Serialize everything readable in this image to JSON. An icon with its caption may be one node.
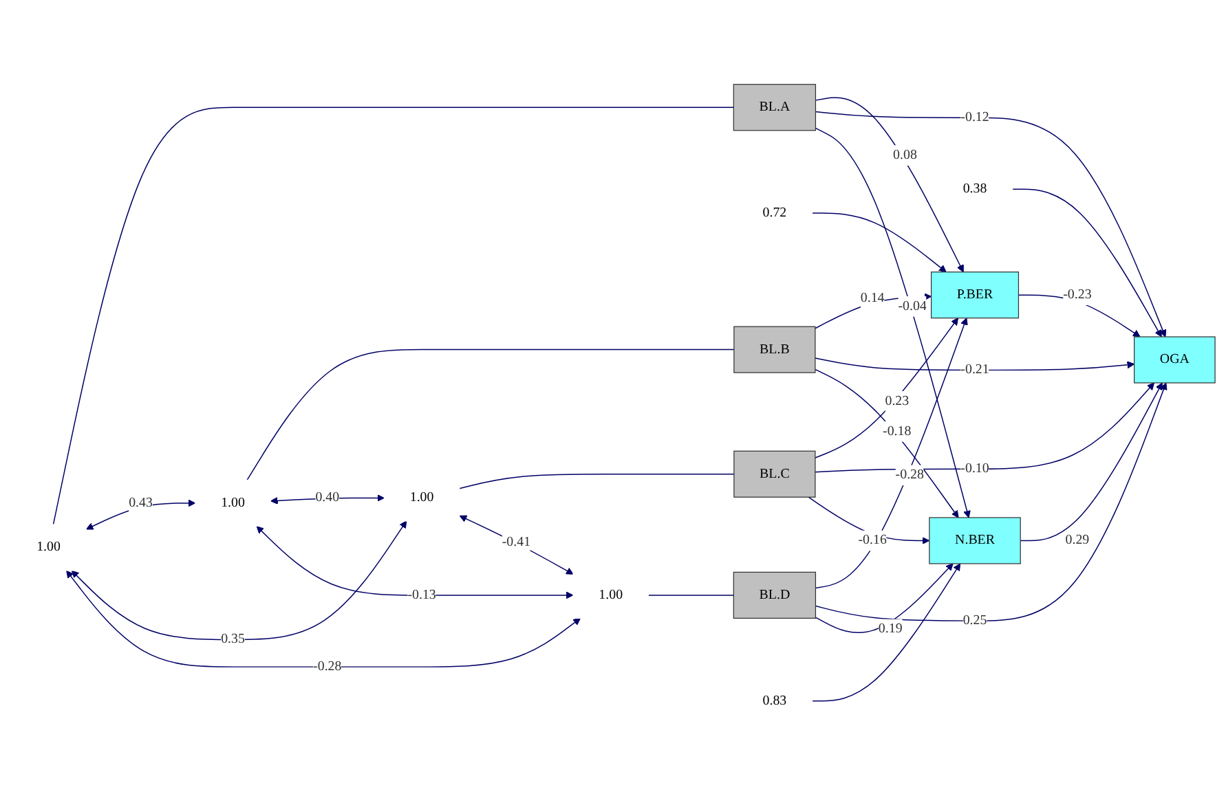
{
  "diagram": {
    "nodes": [
      {
        "text": [
          "1.00"
        ]
      },
      {
        "text": [
          "BL.A"
        ]
      },
      {
        "text": [
          "P.BER"
        ]
      },
      {
        "text": [
          "0.72"
        ]
      },
      {
        "text": [
          "1.00"
        ]
      },
      {
        "text": [
          "BL.B"
        ]
      },
      {
        "text": [
          "OGA"
        ]
      },
      {
        "text": [
          "0.38"
        ]
      },
      {
        "text": [
          "1.00"
        ]
      },
      {
        "text": [
          "BL.C"
        ]
      },
      {
        "text": [
          "1.00"
        ]
      },
      {
        "text": [
          "BL.D"
        ]
      },
      {
        "text": [
          "N.BER"
        ]
      },
      {
        "text": [
          "0.83"
        ]
      }
    ],
    "edges": [
      {
        "from": 0,
        "to": 1,
        "arrow": "none"
      },
      {
        "from": 4,
        "to": 5,
        "arrow": "none"
      },
      {
        "from": 8,
        "to": 9,
        "arrow": "none"
      },
      {
        "from": 10,
        "to": 11,
        "arrow": "none"
      },
      {
        "from": 0,
        "to": 4,
        "label": "0.43",
        "arrow": "both"
      },
      {
        "from": 0,
        "to": 8,
        "label": "0.35",
        "arrow": "both"
      },
      {
        "from": 0,
        "to": 10,
        "label": "-0.28",
        "arrow": "both"
      },
      {
        "from": 4,
        "to": 8,
        "label": "0.40",
        "arrow": "both"
      },
      {
        "from": 4,
        "to": 10,
        "label": "-0.13",
        "arrow": "both"
      },
      {
        "from": 8,
        "to": 10,
        "label": "-0.41",
        "arrow": "both"
      },
      {
        "from": 1,
        "to": 2,
        "label": "0.08",
        "arrow": "to"
      },
      {
        "from": 1,
        "to": 6,
        "label": "-0.12",
        "arrow": "to"
      },
      {
        "from": 1,
        "to": 12,
        "label": "-0.04",
        "arrow": "to"
      },
      {
        "from": 5,
        "to": 2,
        "label": "0.14",
        "arrow": "to"
      },
      {
        "from": 5,
        "to": 6,
        "label": "-0.21",
        "arrow": "to"
      },
      {
        "from": 5,
        "to": 12,
        "label": "-0.18",
        "arrow": "to"
      },
      {
        "from": 9,
        "to": 2,
        "label": "0.23",
        "arrow": "to"
      },
      {
        "from": 9,
        "to": 6,
        "label": "-0.10",
        "arrow": "to"
      },
      {
        "from": 9,
        "to": 12,
        "label": "-0.16",
        "arrow": "to"
      },
      {
        "from": 11,
        "to": 2,
        "label": "-0.28",
        "arrow": "to"
      },
      {
        "from": 11,
        "to": 6,
        "label": "0.25",
        "arrow": "to"
      },
      {
        "from": 11,
        "to": 12,
        "label": "0.19",
        "arrow": "to"
      },
      {
        "from": 2,
        "to": 6,
        "label": "-0.23",
        "arrow": "to"
      },
      {
        "from": 12,
        "to": 6,
        "label": "0.29",
        "arrow": "to"
      },
      {
        "from": 3,
        "to": 2,
        "arrow": "to"
      },
      {
        "from": 7,
        "to": 6,
        "arrow": "to"
      },
      {
        "from": 13,
        "to": 12,
        "arrow": "to"
      }
    ]
  }
}
